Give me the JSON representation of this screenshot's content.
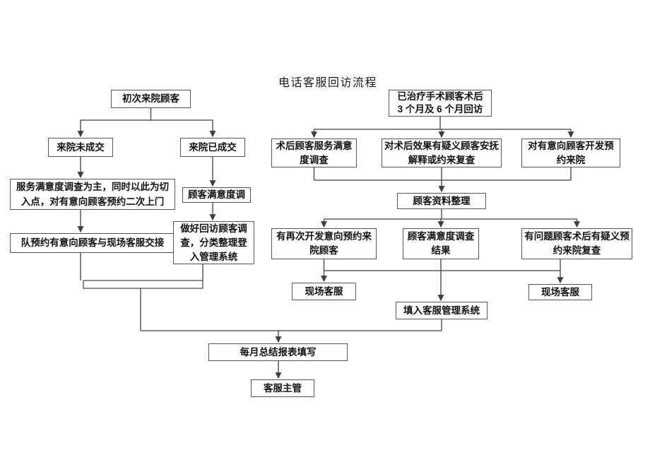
{
  "title": "电话客服回访流程",
  "left_flow": {
    "first_visit": "初次来院顾客",
    "no_deal": "来院未成交",
    "deal_done": "来院已成交",
    "service_survey": "服务满意度调查为主，同时以此为切入点，对有意向顾客预约二次上门",
    "handover": "队预约有意向顾客与现场客服交接",
    "satisfaction_call": "顾客满意度调",
    "callback_register": "做好回访顾客调查，分类整理登入管理系统"
  },
  "right_flow": {
    "postop_followup_line1": "已治疗手术顾客术后",
    "postop_followup_line2": "3 个月及 6 个月回访",
    "postop_survey": "术后顾客服务满意度调查",
    "doubt_appease": "对术后效果有疑义顾客安抚解释或约来复查",
    "intent_develop": "对有意向顾客开发预约来院",
    "data_sorting": "顾客资料整理",
    "redevelop_intent": "有再次开发意向预约来院顾客",
    "survey_result": "顾客满意度调查结果",
    "problem_review": "有问题顾客术后有疑义预约来院复查",
    "onsite_left": "现场客服",
    "onsite_right": "现场客服",
    "fill_system": "填入客服管理系统"
  },
  "bottom_flow": {
    "monthly_report": "每月总结报表填写",
    "service_manager": "客服主管"
  },
  "colors": {
    "line": "#3f3f3f",
    "border": "#575757",
    "text": "#121212"
  }
}
